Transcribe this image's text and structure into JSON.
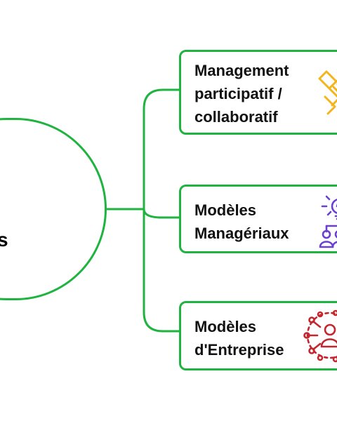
{
  "diagram": {
    "central": {
      "label": "s"
    },
    "nodes": [
      {
        "id": "management-participatif",
        "lines": [
          "Management",
          "participatif /",
          "collaboratif"
        ],
        "icon": "handshake-icon",
        "icon_color": "#f2b51c"
      },
      {
        "id": "modeles-manageriaux",
        "lines": [
          "Modèles",
          "Managériaux"
        ],
        "icon": "team-idea-icon",
        "icon_color": "#6a3fd1"
      },
      {
        "id": "modeles-entreprise",
        "lines": [
          "Modèles",
          "d'Entreprise"
        ],
        "icon": "network-person-icon",
        "icon_color": "#c4262e"
      }
    ],
    "colors": {
      "border": "#1fb340",
      "text": "#111111"
    }
  }
}
